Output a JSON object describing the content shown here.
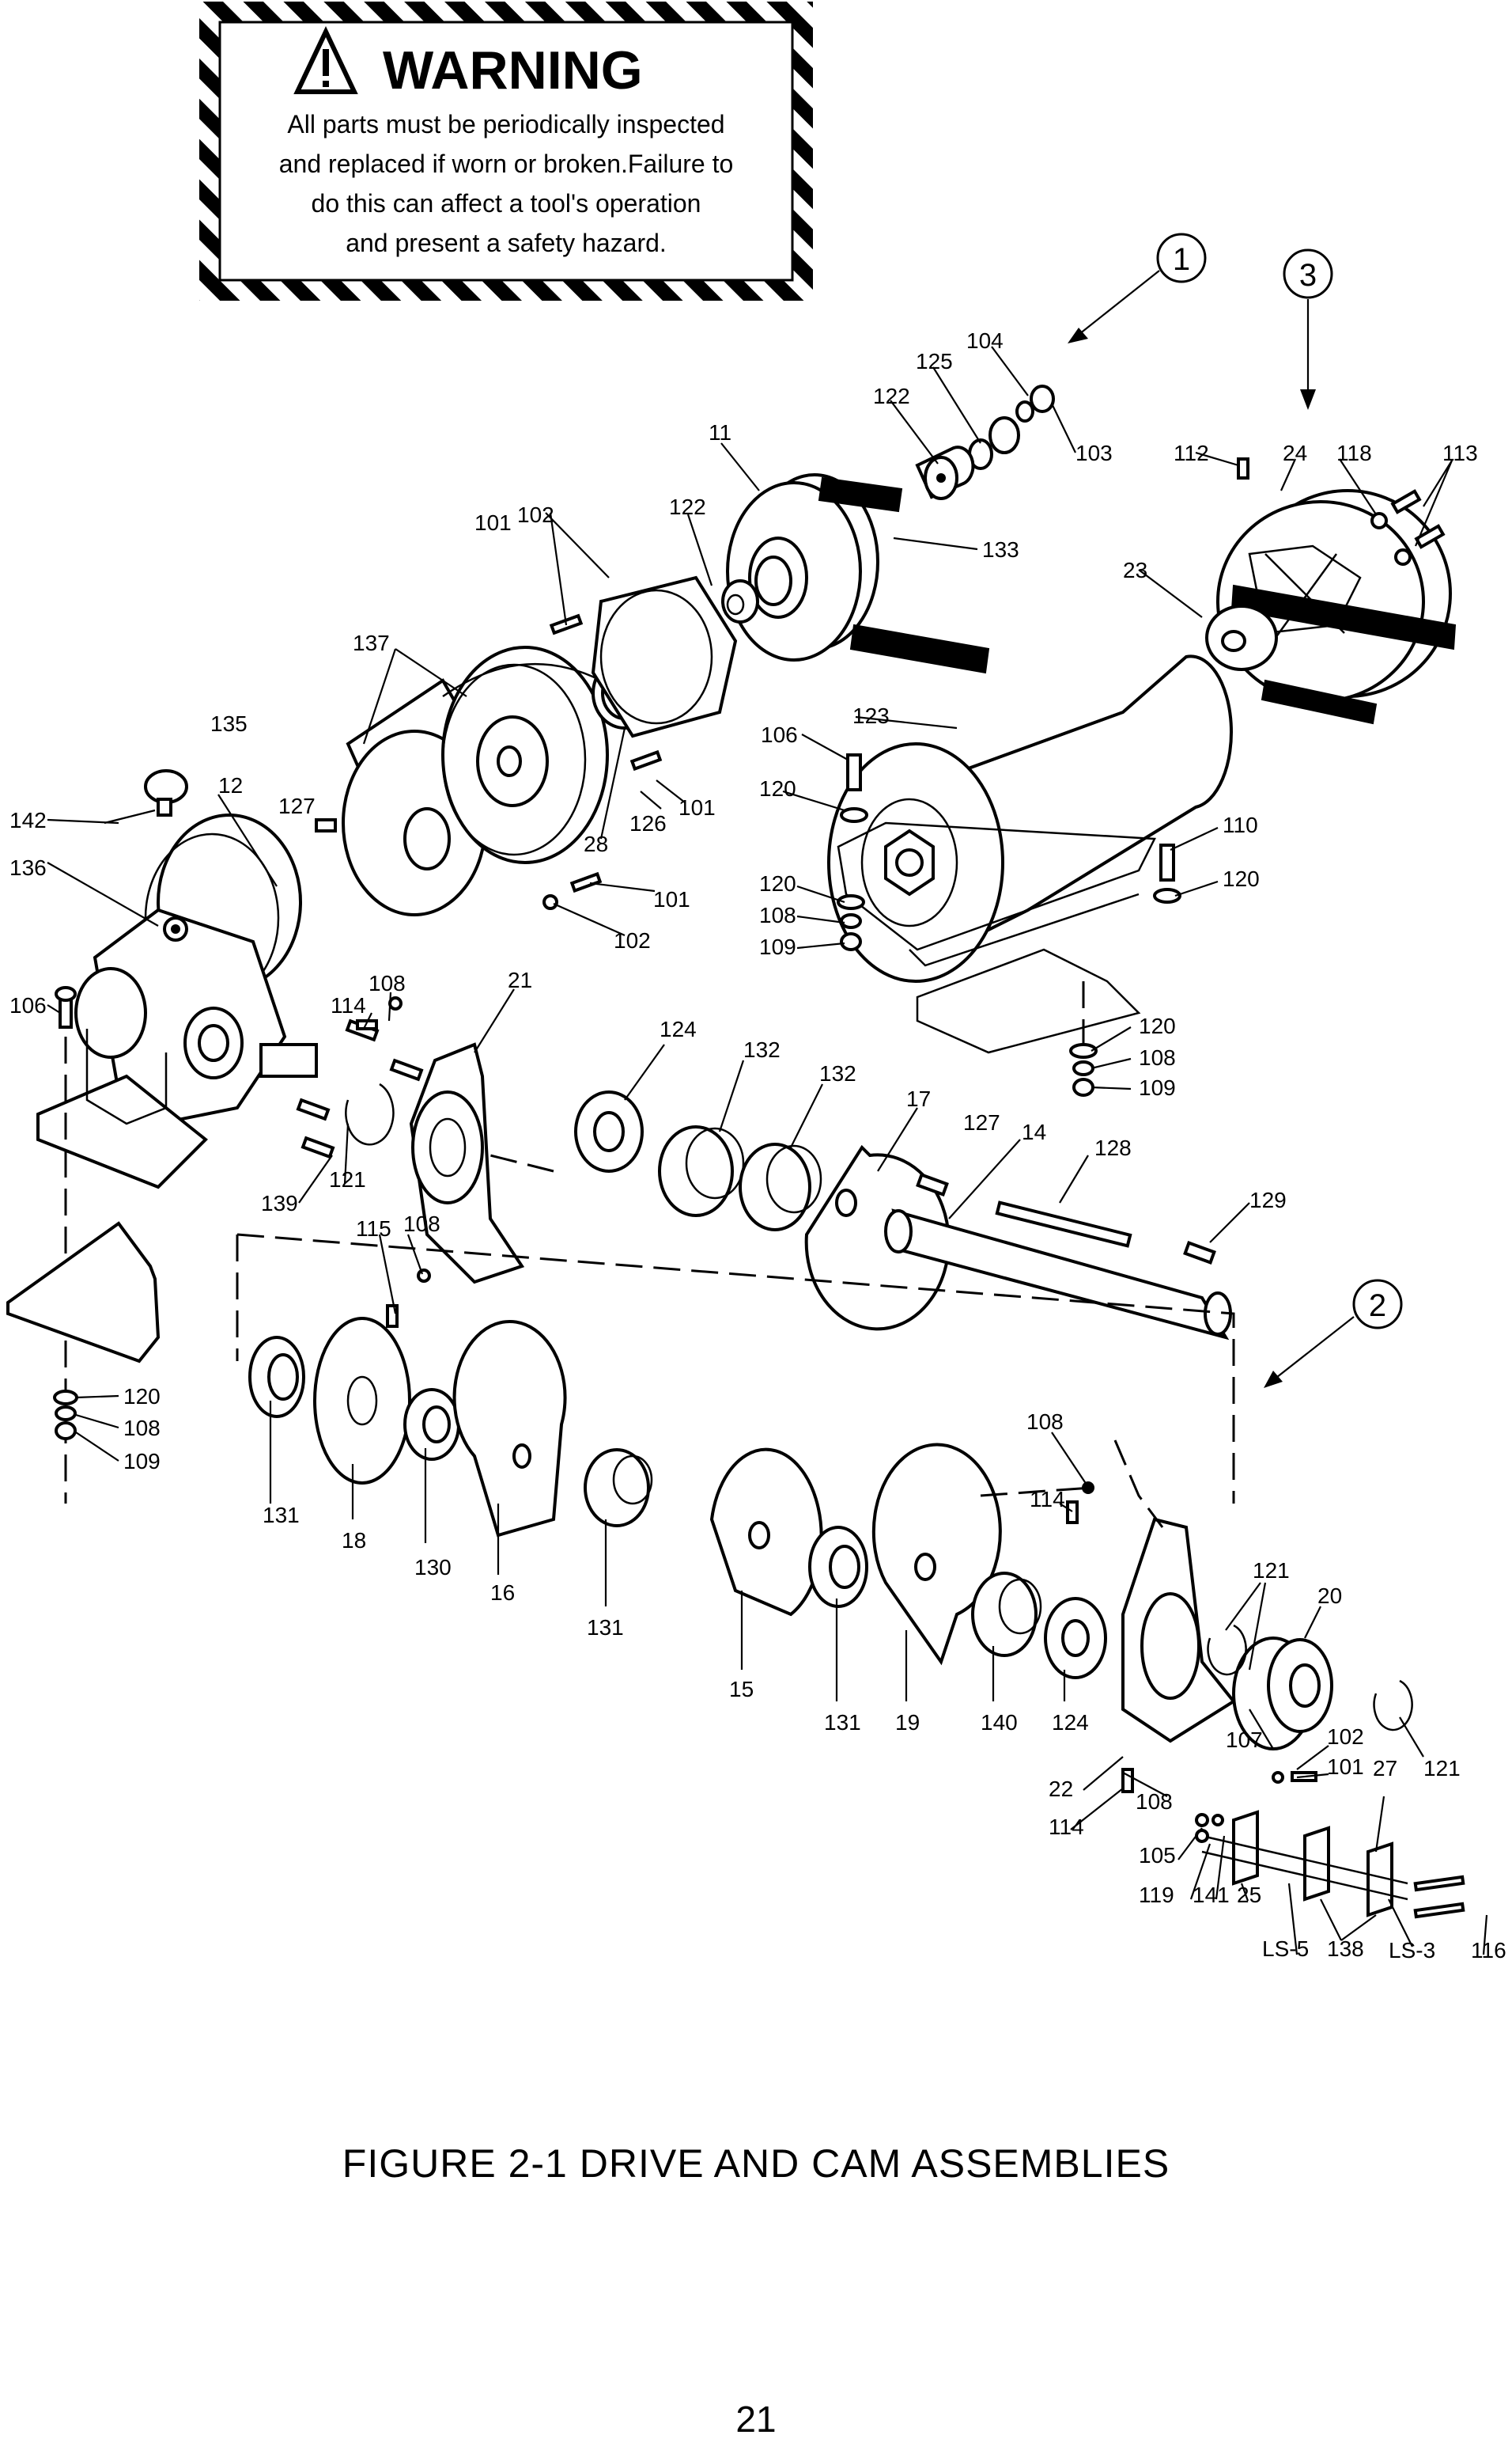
{
  "warning": {
    "title": "WARNING",
    "lines": [
      "All parts must be periodically inspected",
      "and replaced if worn or broken.Failure to",
      "do this can affect a tool's operation",
      "and present a safety hazard."
    ]
  },
  "callouts": [
    "1",
    "2",
    "3"
  ],
  "part_labels": [
    "104",
    "125",
    "122",
    "11",
    "103",
    "112",
    "24",
    "118",
    "113",
    "101",
    "102",
    "122",
    "133",
    "23",
    "137",
    "135",
    "106",
    "123",
    "142",
    "12",
    "127",
    "120",
    "110",
    "126",
    "101",
    "28",
    "120",
    "136",
    "120",
    "108",
    "101",
    "109",
    "102",
    "106",
    "21",
    "108",
    "114",
    "124",
    "120",
    "132",
    "108",
    "132",
    "109",
    "17",
    "127",
    "14",
    "128",
    "139",
    "121",
    "115",
    "108",
    "129",
    "120",
    "108",
    "109",
    "108",
    "114",
    "131",
    "18",
    "130",
    "16",
    "131",
    "121",
    "20",
    "15",
    "131",
    "19",
    "140",
    "124",
    "107",
    "102",
    "22",
    "101",
    "27",
    "121",
    "108",
    "114",
    "105",
    "119",
    "141",
    "25",
    "LS-5",
    "138",
    "LS-3",
    "116"
  ],
  "caption": "FIGURE 2-1  DRIVE AND CAM ASSEMBLIES",
  "page_number": "21"
}
